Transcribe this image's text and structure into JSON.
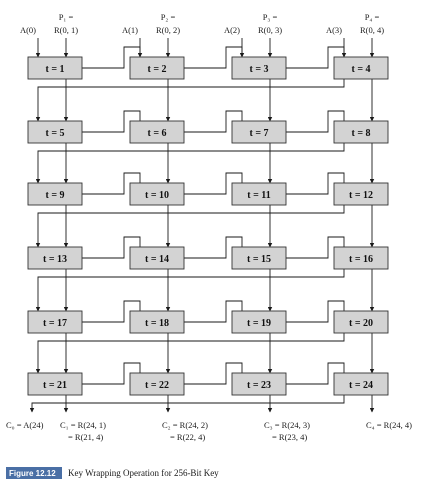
{
  "figure": {
    "number": "Figure 12.12",
    "caption": "Key Wrapping Operation for 256-Bit Key"
  },
  "inputs": [
    {
      "p": "P₁ =",
      "a": "A(0)",
      "r": "R(0, 1)"
    },
    {
      "p": "P₂ =",
      "a": "A(1)",
      "r": "R(0, 2)"
    },
    {
      "p": "P₃ =",
      "a": "A(2)",
      "r": "R(0, 3)"
    },
    {
      "p": "P₄ =",
      "a": "A(3)",
      "r": "R(0, 4)"
    }
  ],
  "steps": [
    [
      "t = 1",
      "t = 2",
      "t = 3",
      "t = 4"
    ],
    [
      "t = 5",
      "t = 6",
      "t = 7",
      "t = 8"
    ],
    [
      "t = 9",
      "t = 10",
      "t = 11",
      "t = 12"
    ],
    [
      "t = 13",
      "t = 14",
      "t = 15",
      "t = 16"
    ],
    [
      "t = 17",
      "t = 18",
      "t = 19",
      "t = 20"
    ],
    [
      "t = 21",
      "t = 22",
      "t = 23",
      "t = 24"
    ]
  ],
  "outputs": [
    {
      "l1": "C₀ = A(24)",
      "l2": ""
    },
    {
      "l1": "C₁ = R(24, 1)",
      "l2": "= R(21, 4)"
    },
    {
      "l1": "C₂ = R(24, 2)",
      "l2": "= R(22, 4)"
    },
    {
      "l1": "C₃ = R(24, 3)",
      "l2": "= R(23, 4)"
    },
    {
      "l1": "C₄ = R(24, 4)",
      "l2": ""
    }
  ],
  "colors": {
    "box_fill": "#d3d3d3",
    "box_stroke": "#333333",
    "line": "#1a1a1a",
    "caption_badge": "#4a6fa5"
  }
}
